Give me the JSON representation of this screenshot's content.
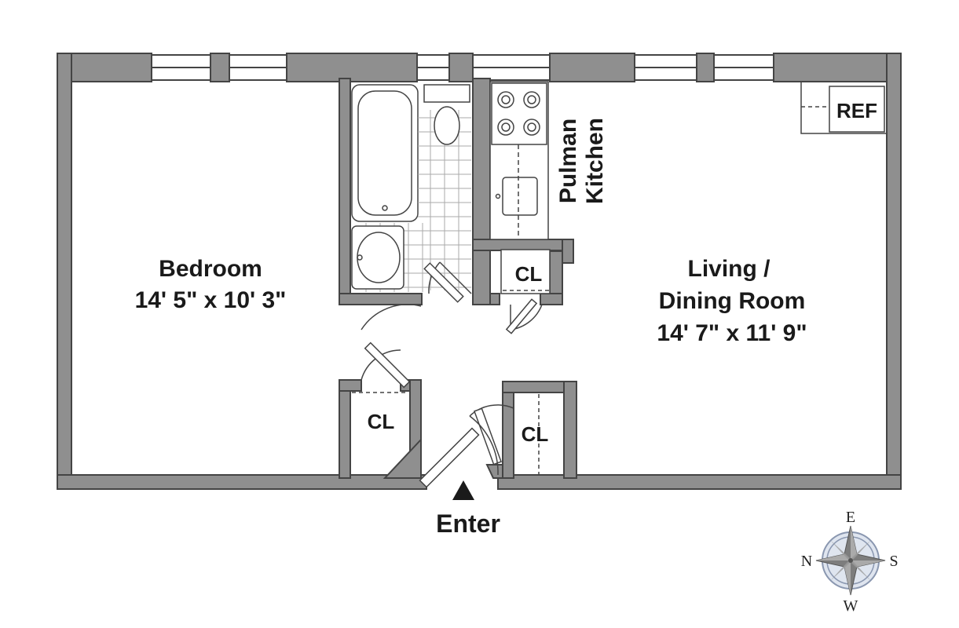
{
  "rooms": {
    "bedroom": {
      "name": "Bedroom",
      "size": "14' 5\" x 10' 3\""
    },
    "living": {
      "name_line1": "Living /",
      "name_line2": "Dining Room",
      "size": "14' 7\" x 11' 9\""
    },
    "kitchen": {
      "line1": "Pulman",
      "line2": "Kitchen"
    }
  },
  "closets": {
    "label": "CL"
  },
  "fixtures": {
    "ref": "REF"
  },
  "entry": {
    "label": "Enter"
  },
  "compass": {
    "n": "N",
    "e": "E",
    "s": "S",
    "w": "W"
  },
  "colors": {
    "wall": "#8f8f8f",
    "line": "#444444",
    "text": "#1a1a1a"
  }
}
